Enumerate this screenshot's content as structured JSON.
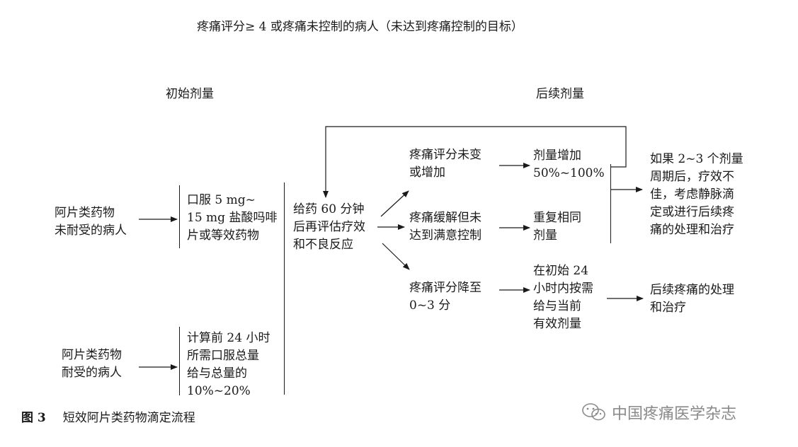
{
  "title": "疼痛评分≥ 4 或疼痛未控制的病人（未达到疼痛控制的目标）",
  "headers": {
    "initial": "初始剂量",
    "subsequent": "后续剂量"
  },
  "patients": {
    "naive": [
      "阿片类药物",
      "未耐受的病人"
    ],
    "tolerant": [
      "阿片类药物",
      "耐受的病人"
    ]
  },
  "initial_dose": {
    "naive": [
      "口服 5 mg~",
      "15 mg 盐酸吗啡",
      "片或等效药物"
    ],
    "tolerant": [
      "计算前 24 小时",
      "所需口服总量",
      "给与总量的",
      "10%~20%"
    ]
  },
  "reassess": [
    "给药 60 分钟",
    "后再评估疗效",
    "和不良反应"
  ],
  "outcomes": {
    "unchanged": [
      "疼痛评分未变",
      "或增加"
    ],
    "partial": [
      "疼痛缓解但未",
      "达到满意控制"
    ],
    "controlled": [
      "疼痛评分降至",
      "0~3 分"
    ]
  },
  "adjustments": {
    "increase": [
      "剂量增加",
      "50%~100%"
    ],
    "repeat": [
      "重复相同",
      "剂量"
    ],
    "effective": [
      "在初始 24",
      "小时内按需",
      "给与当前",
      "有效剂量"
    ]
  },
  "final": {
    "after_cycles": [
      "如果 2~3 个剂量",
      "周期后，疗效不",
      "佳，考虑静脉滴",
      "定或进行后续疼",
      "痛的处理和治疗"
    ],
    "followup": [
      "后续疼痛的处理",
      "和治疗"
    ]
  },
  "caption": {
    "label": "图 3",
    "text": "短效阿片类药物滴定流程"
  },
  "watermark": {
    "text": "中国疼痛医学杂志",
    "icon": "wechat-icon"
  }
}
